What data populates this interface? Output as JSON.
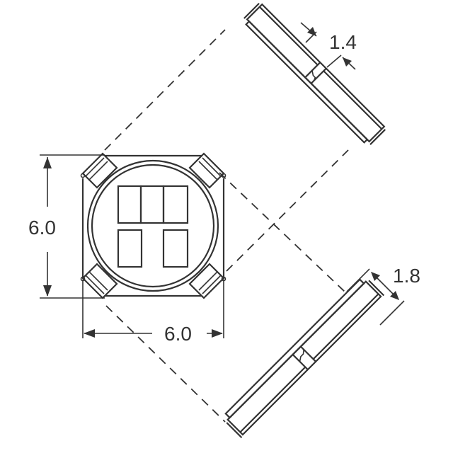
{
  "diagram": {
    "type": "LED package dimension drawing",
    "units": "mm",
    "line_color": "#333333",
    "background": "#ffffff",
    "top_view": {
      "width_label": "6.0",
      "height_label": "6.0",
      "chips_top_row": 3,
      "chips_bottom_row": 2
    },
    "side_view_upper": {
      "thickness_label": "1.4"
    },
    "side_view_lower": {
      "thickness_label": "1.8"
    }
  }
}
